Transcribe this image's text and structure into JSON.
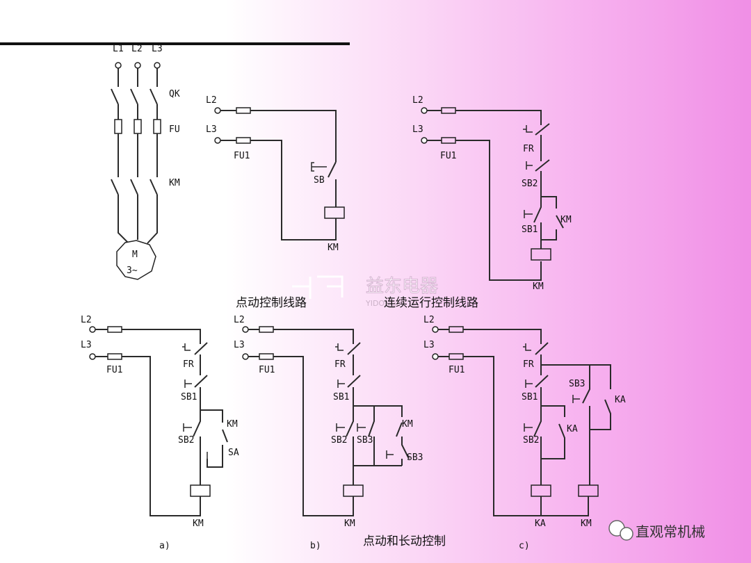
{
  "top_labels": {
    "L1": "L1",
    "L2": "L2",
    "L3": "L3",
    "QK": "QK",
    "FU": "FU",
    "KM": "KM",
    "motor_M": "M",
    "motor_3": "3~"
  },
  "jog": {
    "L2": "L2",
    "L3": "L3",
    "FU1": "FU1",
    "SB": "SB",
    "KM": "KM",
    "caption": "点动控制线路"
  },
  "continuous": {
    "L2": "L2",
    "L3": "L3",
    "FU1": "FU1",
    "FR": "FR",
    "SB2": "SB2",
    "SB1": "SB1",
    "KM_contact": "KM",
    "KM": "KM",
    "caption": "连续运行控制线路"
  },
  "a": {
    "L2": "L2",
    "L3": "L3",
    "FU1": "FU1",
    "FR": "FR",
    "SB1": "SB1",
    "SB2": "SB2",
    "KM_contact": "KM",
    "SA": "SA",
    "KM": "KM",
    "tag": "a)"
  },
  "b": {
    "L2": "L2",
    "L3": "L3",
    "FU1": "FU1",
    "FR": "FR",
    "SB1": "SB1",
    "SB2": "SB2",
    "SB3": "SB3",
    "SB3b": "SB3",
    "KM_contact": "KM",
    "KM": "KM",
    "tag": "b)"
  },
  "c": {
    "L2": "L2",
    "L3": "L3",
    "FU1": "FU1",
    "FR": "FR",
    "SB1": "SB1",
    "SB2": "SB2",
    "SB3": "SB3",
    "KA_contact1": "KA",
    "KA_contact2": "KA",
    "KA": "KA",
    "KM": "KM",
    "tag": "c)"
  },
  "bottom_caption": "点动和长动控制",
  "watermark": {
    "text": "益东电器",
    "sub": "YIDONG"
  },
  "brand": {
    "text": "直观常机械"
  }
}
